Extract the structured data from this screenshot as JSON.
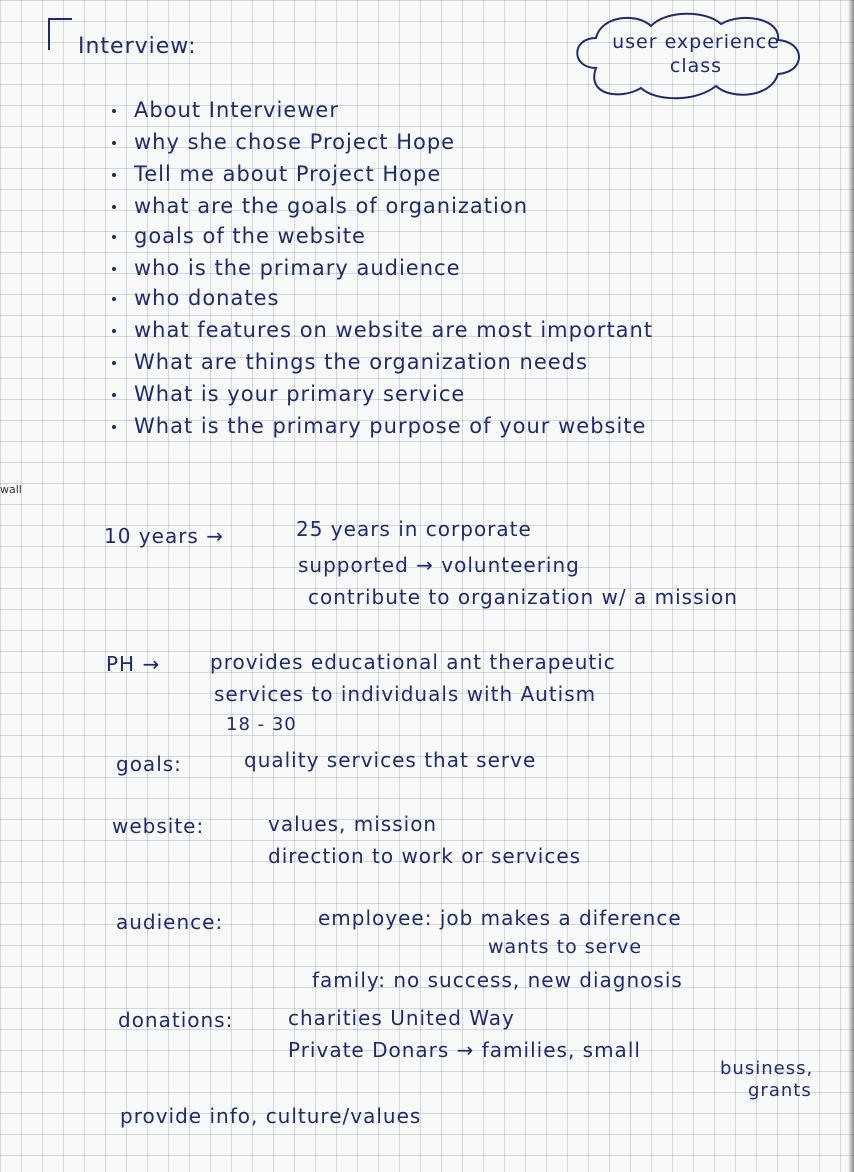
{
  "title": "Interview:",
  "cloud_label": "user experience class",
  "margin_mark": "wall",
  "questions": [
    "About Interviewer",
    "why she chose Project Hope",
    "Tell me about Project Hope",
    "what are the goals of organization",
    "goals of the website",
    "who is the primary audience",
    "who donates",
    "what features on website are most important",
    "What are things the organization needs",
    "What is your primary service",
    "What is the primary purpose of your website"
  ],
  "notes": {
    "years_label": "10 years →",
    "years_line1": "25 years in corporate",
    "years_line2": "supported → volunteering",
    "years_line3": "contribute to organization w/ a mission",
    "ph_label": "PH →",
    "ph_line1": "provides educational ant therapeutic",
    "ph_line2": "services to individuals with Autism",
    "ph_line3": "18 - 30",
    "goals_label": "goals:",
    "goals_text": "quality services that serve",
    "website_label": "website:",
    "website_line1": "values, mission",
    "website_line2": "direction to work or services",
    "audience_label": "audience:",
    "audience_employee": "employee: job makes a diference",
    "audience_employee2": "wants to serve",
    "audience_family": "family: no success, new diagnosis",
    "donations_label": "donations:",
    "donations_line1": "charities United Way",
    "donations_line2": "Private Donars → families, small",
    "donations_line3": "business,",
    "donations_line4": "grants",
    "closing": "provide info, culture/values"
  }
}
